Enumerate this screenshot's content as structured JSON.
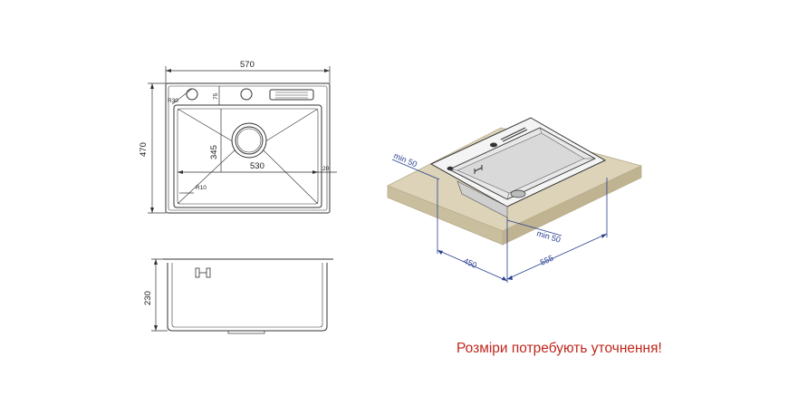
{
  "top_view": {
    "width": "570",
    "height": "470",
    "bowl_width": "530",
    "bowl_depth": "345",
    "offset_top": "75",
    "offset_side": "20",
    "corner_radius": "R30",
    "inner_radius": "R10"
  },
  "side_view": {
    "height": "230"
  },
  "iso_view": {
    "min_margin_left": "min 50",
    "min_margin_right": "min 50",
    "cabinet_depth": "450",
    "cabinet_width": "555"
  },
  "note": "Розміри потребують уточнення!",
  "colors": {
    "line": "#333333",
    "dimension": "#2a3f8f",
    "countertop": "#dcd3b8",
    "note": "#c0261c"
  }
}
